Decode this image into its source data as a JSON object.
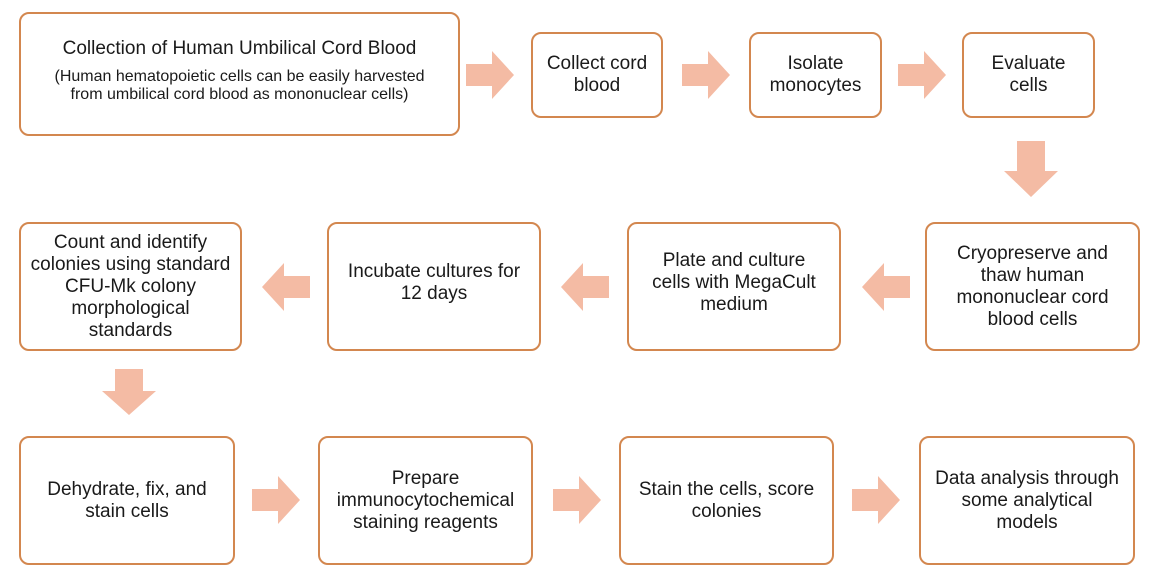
{
  "colors": {
    "border": "#d3874f",
    "arrow": "#f4bba4",
    "background": "#ffffff",
    "text": "#1a1a1a"
  },
  "steps": [
    {
      "id": "collection",
      "title": "Collection of Human Umbilical Cord Blood",
      "subtitle": "(Human hematopoietic cells can be easily harvested from umbilical cord blood as mononuclear cells)"
    },
    {
      "id": "collect-cord-blood",
      "title": "Collect cord blood"
    },
    {
      "id": "isolate-monocytes",
      "title": "Isolate monocytes"
    },
    {
      "id": "evaluate-cells",
      "title": "Evaluate cells"
    },
    {
      "id": "cryopreserve",
      "title": "Cryopreserve and thaw human mononuclear cord blood cells"
    },
    {
      "id": "plate-culture",
      "title": "Plate and culture cells with MegaCult medium"
    },
    {
      "id": "incubate",
      "title": "Incubate cultures for 12 days"
    },
    {
      "id": "count-identify",
      "title": "Count and identify colonies using standard CFU-Mk colony morphological standards"
    },
    {
      "id": "dehydrate",
      "title": "Dehydrate, fix, and stain cells"
    },
    {
      "id": "prepare-reagents",
      "title": "Prepare immunocytochemical staining reagents"
    },
    {
      "id": "stain-score",
      "title": "Stain the cells, score colonies"
    },
    {
      "id": "data-analysis",
      "title": "Data analysis through some analytical models"
    }
  ],
  "arrows": [
    {
      "from": "collection",
      "to": "collect-cord-blood",
      "direction": "right"
    },
    {
      "from": "collect-cord-blood",
      "to": "isolate-monocytes",
      "direction": "right"
    },
    {
      "from": "isolate-monocytes",
      "to": "evaluate-cells",
      "direction": "right"
    },
    {
      "from": "evaluate-cells",
      "to": "cryopreserve",
      "direction": "down"
    },
    {
      "from": "cryopreserve",
      "to": "plate-culture",
      "direction": "left"
    },
    {
      "from": "plate-culture",
      "to": "incubate",
      "direction": "left"
    },
    {
      "from": "incubate",
      "to": "count-identify",
      "direction": "left"
    },
    {
      "from": "count-identify",
      "to": "dehydrate",
      "direction": "down"
    },
    {
      "from": "dehydrate",
      "to": "prepare-reagents",
      "direction": "right"
    },
    {
      "from": "prepare-reagents",
      "to": "stain-score",
      "direction": "right"
    },
    {
      "from": "stain-score",
      "to": "data-analysis",
      "direction": "right"
    }
  ]
}
